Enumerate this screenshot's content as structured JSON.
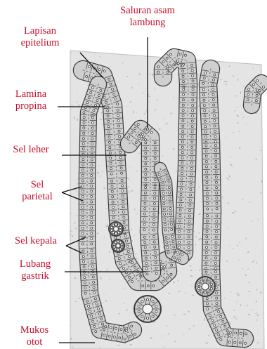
{
  "colors": {
    "label_text": "#c8102e",
    "leader_line": "#111111",
    "tissue_fill": "#e4e4e4",
    "gland_wall": "#cfcfcf",
    "gland_lumen": "#f4f4f4",
    "cell_outline": "#3a3a3a"
  },
  "labels": {
    "saluran_asam_lambung": {
      "line1": "Saluran asam",
      "line2": "lambung"
    },
    "lapisan_epitelium": {
      "line1": "Lapisan",
      "line2": "epitelium"
    },
    "lamina_propina": {
      "line1": "Lamina",
      "line2": "propina"
    },
    "sel_leher": {
      "line1": "Sel leher"
    },
    "sel_parietal": {
      "line1": "Sel",
      "line2": "parietal"
    },
    "sel_kepala": {
      "line1": "Sel kepala"
    },
    "lubang_gastrik": {
      "line1": "Lubang",
      "line2": "gastrik"
    },
    "mukos_otot": {
      "line1": "Mukos",
      "line2": "otot"
    }
  }
}
